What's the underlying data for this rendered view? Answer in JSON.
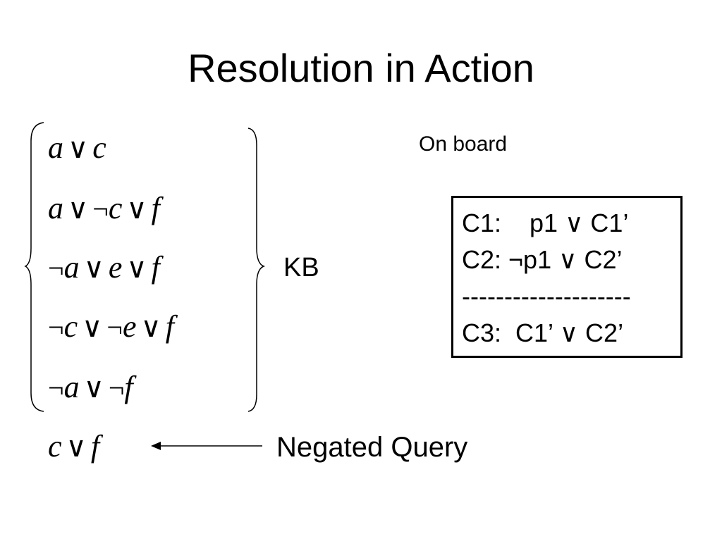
{
  "title": "Resolution in Action",
  "kb": {
    "label": "KB",
    "clauses": [
      [
        {
          "t": "a",
          "k": "var"
        },
        {
          "t": "∨",
          "k": "op"
        },
        {
          "t": "c",
          "k": "var"
        }
      ],
      [
        {
          "t": "a",
          "k": "var"
        },
        {
          "t": "∨",
          "k": "op"
        },
        {
          "t": "¬",
          "k": "neg"
        },
        {
          "t": "c",
          "k": "var"
        },
        {
          "t": "∨",
          "k": "op"
        },
        {
          "t": "f",
          "k": "var"
        }
      ],
      [
        {
          "t": "¬",
          "k": "neg"
        },
        {
          "t": "a",
          "k": "var"
        },
        {
          "t": "∨",
          "k": "op"
        },
        {
          "t": "e",
          "k": "var"
        },
        {
          "t": "∨",
          "k": "op"
        },
        {
          "t": "f",
          "k": "var"
        }
      ],
      [
        {
          "t": "¬",
          "k": "neg"
        },
        {
          "t": "c",
          "k": "var"
        },
        {
          "t": "∨",
          "k": "op"
        },
        {
          "t": "¬",
          "k": "neg"
        },
        {
          "t": "e",
          "k": "var"
        },
        {
          "t": "∨",
          "k": "op"
        },
        {
          "t": "f",
          "k": "var"
        }
      ],
      [
        {
          "t": "¬",
          "k": "neg"
        },
        {
          "t": "a",
          "k": "var"
        },
        {
          "t": "∨",
          "k": "op"
        },
        {
          "t": "¬",
          "k": "neg"
        },
        {
          "t": "f",
          "k": "var"
        }
      ]
    ]
  },
  "negated_query": {
    "clause": [
      {
        "t": "c",
        "k": "var"
      },
      {
        "t": "∨",
        "k": "op"
      },
      {
        "t": "f",
        "k": "var"
      }
    ],
    "label": "Negated Query"
  },
  "on_board": "On board",
  "rule_box": {
    "lines": [
      "C1:    p1 ∨ C1’",
      "C2: ¬p1 ∨ C2’",
      "--------------------",
      "C3:  C1’ ∨ C2’"
    ]
  }
}
